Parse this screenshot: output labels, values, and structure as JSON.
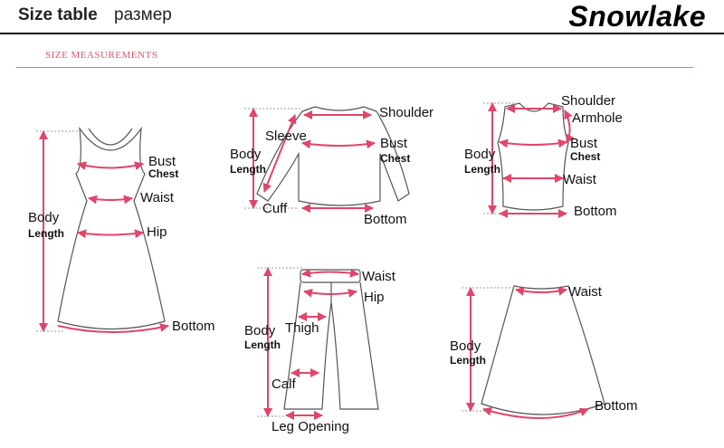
{
  "header": {
    "title": "Size table",
    "subtitle": "размер",
    "brand": "Snowlake"
  },
  "section_label": "SIZE MEASUREMENTS",
  "dress": {
    "bust": "Bust",
    "chest": "Chest",
    "waist": "Waist",
    "body": "Body",
    "length": "Length",
    "hip": "Hip",
    "bottom": "Bottom"
  },
  "top": {
    "shoulder": "Shoulder",
    "sleeve": "Sleeve",
    "body": "Body",
    "length": "Length",
    "bust": "Bust",
    "chest": "Chest",
    "cuff": "Cuff",
    "bottom": "Bottom"
  },
  "vest": {
    "shoulder": "Shoulder",
    "armhole": "Armhole",
    "body": "Body",
    "length": "Length",
    "bust": "Bust",
    "chest": "Chest",
    "waist": "Waist",
    "bottom": "Bottom"
  },
  "pants": {
    "waist": "Waist",
    "hip": "Hip",
    "body": "Body",
    "length": "Length",
    "thigh": "Thigh",
    "calf": "Calf",
    "leg_opening": "Leg Opening"
  },
  "skirt": {
    "waist": "Waist",
    "body": "Body",
    "length": "Length",
    "bottom": "Bottom"
  },
  "colors": {
    "measure": "#e0466a",
    "outline": "#555555",
    "accent": "#e05870"
  }
}
